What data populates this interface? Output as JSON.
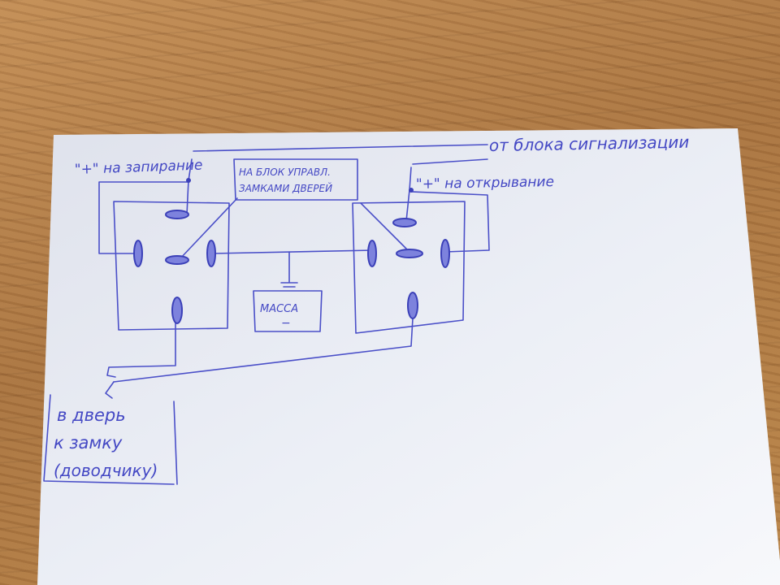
{
  "diagram": {
    "signal_unit_label": "от блока сигнализации",
    "lock_plus_label": "\"+\" на запирание",
    "unlock_plus_label": "\"+\" на открывание",
    "control_unit_label_line1": "НА БЛОК УПРАВЛ.",
    "control_unit_label_line2": "ЗАМКАМИ ДВЕРЕЙ",
    "ground_label": "МАССА",
    "ground_symbol": "−",
    "door_label_line1": "в дверь",
    "door_label_line2": "к замку",
    "door_label_line3": "(доводчику)"
  },
  "colors": {
    "ink": "#4a4fc8",
    "paper": "#eef0f6",
    "table": "#b07a45"
  }
}
